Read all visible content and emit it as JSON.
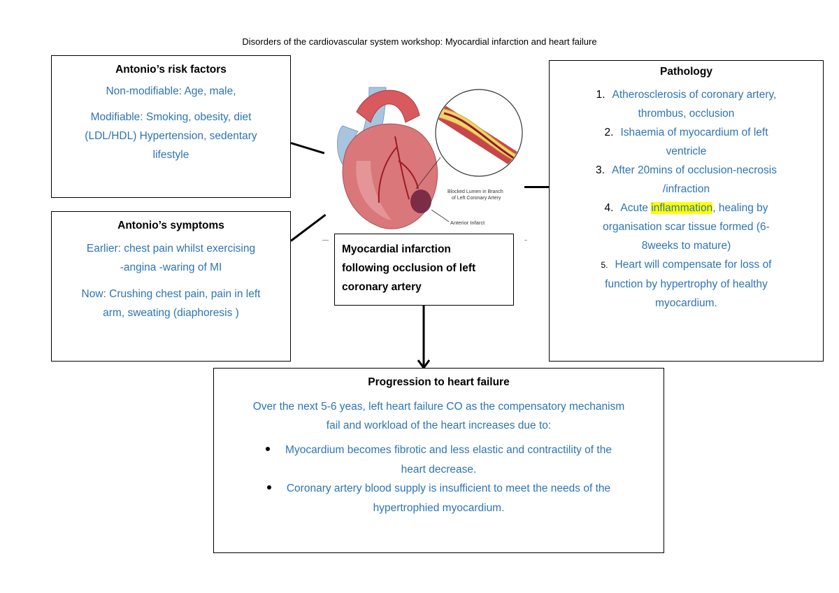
{
  "doc_title": "Disorders of the cardiovascular system workshop: Myocardial infarction and heart failure",
  "risk_factors": {
    "title": "Antonio’s risk factors",
    "non_modifiable": "Non-modifiable: Age, male,",
    "modifiable_l1": "Modifiable: Smoking, obesity, diet",
    "modifiable_l2": "(LDL/HDL) Hypertension, sedentary",
    "modifiable_l3": "lifestyle"
  },
  "symptoms": {
    "title": "Antonio’s symptoms",
    "earlier_l1": "Earlier: chest pain whilst exercising",
    "earlier_l2": "-angina -waring of MI",
    "now_l1": "Now: Crushing chest pain, pain in left",
    "now_l2": "arm, sweating (diaphoresis )"
  },
  "image": {
    "label_blocked_l1": "Blocked Lumen in Branch",
    "label_blocked_l2": "of Left Coronary Artery",
    "label_infarct": "Anterior Infarct"
  },
  "mi_box": {
    "line1": "Myocardial infarction",
    "line2": "following occlusion of left",
    "line3": "coronary artery"
  },
  "pathology": {
    "title": "Pathology",
    "items": [
      {
        "num": "1.",
        "l1": "Atherosclerosis of coronary artery,",
        "l2": "thrombus, occlusion"
      },
      {
        "num": "2.",
        "l1": "Ishaemia of myocardium of left",
        "l2": "ventricle"
      },
      {
        "num": "3.",
        "l1": "After 20mins of occlusion-necrosis",
        "l2": "/infraction"
      },
      {
        "num": "4.",
        "l1_pre": "Acute ",
        "l1_mark": "inflammation",
        "l1_post": ", healing by",
        "l2": "organisation scar tissue formed (6-",
        "l3": "8weeks to mature)"
      },
      {
        "num": "5.",
        "l1": "Heart will compensate for loss of",
        "l2": "function by hypertrophy of healthy",
        "l3": "myocardium."
      }
    ]
  },
  "progression": {
    "title": "Progression to heart failure",
    "intro_l1": "Over the next 5-6 yeas, left heart failure CO as the compensatory mechanism",
    "intro_l2": "fail and workload of the heart increases due to:",
    "bullets": [
      {
        "l1": "Myocardium becomes fibrotic and less elastic and contractility of the",
        "l2": "heart decrease."
      },
      {
        "l1": "Coronary artery blood supply is insufficient to meet the needs of the",
        "l2": "hypertrophied myocardium."
      }
    ]
  },
  "colors": {
    "text_blue": "#2E74B5",
    "highlight": "#FFFF00",
    "heart_red": "#C8454A",
    "artery_blue": "#A9C4DF"
  }
}
